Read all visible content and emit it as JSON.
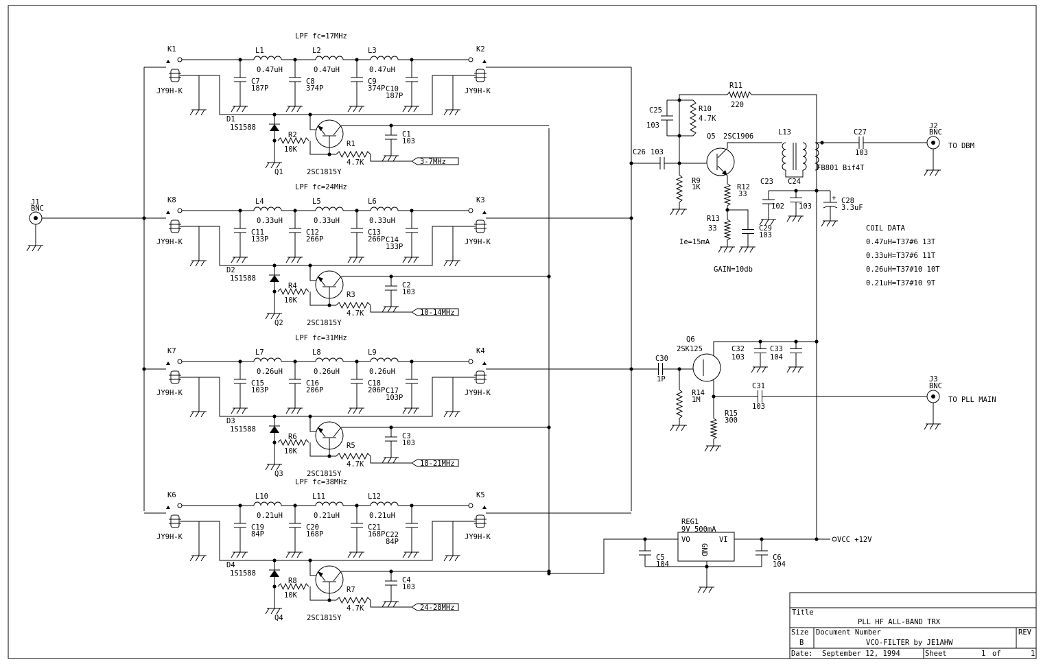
{
  "drawing": {
    "filters": [
      {
        "relay_in": "K1",
        "relay_out": "K2",
        "relay_part": "JY9H-K",
        "title": "LPF fc=17MHz",
        "inductors": [
          {
            "ref": "L1",
            "val": "0.47uH"
          },
          {
            "ref": "L2",
            "val": "0.47uH"
          },
          {
            "ref": "L3",
            "val": "0.47uH"
          }
        ],
        "caps": [
          {
            "ref": "C7",
            "val": "187P"
          },
          {
            "ref": "C8",
            "val": "374P"
          },
          {
            "ref": "C9",
            "val": "374P"
          },
          {
            "ref": "C10",
            "val": "187P"
          }
        ],
        "diode": {
          "ref": "D1",
          "val": "1S1588"
        },
        "r_base": {
          "ref": "R2",
          "val": "10K"
        },
        "r_drive": {
          "ref": "R1",
          "val": "4.7K"
        },
        "bypass": {
          "ref": "C1",
          "val": "103"
        },
        "transistor": {
          "ref": "Q1",
          "val": "2SC1815Y"
        },
        "band": "3-7MHz"
      },
      {
        "relay_in": "K8",
        "relay_out": "K3",
        "relay_part": "JY9H-K",
        "title": "LPF fc=24MHz",
        "inductors": [
          {
            "ref": "L4",
            "val": "0.33uH"
          },
          {
            "ref": "L5",
            "val": "0.33uH"
          },
          {
            "ref": "L6",
            "val": "0.33uH"
          }
        ],
        "caps": [
          {
            "ref": "C11",
            "val": "133P"
          },
          {
            "ref": "C12",
            "val": "266P"
          },
          {
            "ref": "C13",
            "val": "266P"
          },
          {
            "ref": "C14",
            "val": "133P"
          }
        ],
        "diode": {
          "ref": "D2",
          "val": "1S1588"
        },
        "r_base": {
          "ref": "R4",
          "val": "10K"
        },
        "r_drive": {
          "ref": "R3",
          "val": "4.7K"
        },
        "bypass": {
          "ref": "C2",
          "val": "103"
        },
        "transistor": {
          "ref": "Q2",
          "val": "2SC1815Y"
        },
        "band": "10-14MHz"
      },
      {
        "relay_in": "K7",
        "relay_out": "K4",
        "relay_part": "JY9H-K",
        "title": "LPF fc=31MHz",
        "inductors": [
          {
            "ref": "L7",
            "val": "0.26uH"
          },
          {
            "ref": "L8",
            "val": "0.26uH"
          },
          {
            "ref": "L9",
            "val": "0.26uH"
          }
        ],
        "caps": [
          {
            "ref": "C15",
            "val": "103P"
          },
          {
            "ref": "C16",
            "val": "206P"
          },
          {
            "ref": "C18",
            "val": "206P"
          },
          {
            "ref": "C17",
            "val": "103P"
          }
        ],
        "diode": {
          "ref": "D3",
          "val": "1S1588"
        },
        "r_base": {
          "ref": "R6",
          "val": "10K"
        },
        "r_drive": {
          "ref": "R5",
          "val": "4.7K"
        },
        "bypass": {
          "ref": "C3",
          "val": "103"
        },
        "transistor": {
          "ref": "Q3",
          "val": "2SC1815Y"
        },
        "band": "18-21MHz"
      },
      {
        "relay_in": "K6",
        "relay_out": "K5",
        "relay_part": "JY9H-K",
        "title": "LPF fc=38MHz",
        "inductors": [
          {
            "ref": "L10",
            "val": "0.21uH"
          },
          {
            "ref": "L11",
            "val": "0.21uH"
          },
          {
            "ref": "L12",
            "val": "0.21uH"
          }
        ],
        "caps": [
          {
            "ref": "C19",
            "val": "84P"
          },
          {
            "ref": "C20",
            "val": "168P"
          },
          {
            "ref": "C21",
            "val": "168P"
          },
          {
            "ref": "C22",
            "val": "84P"
          }
        ],
        "diode": {
          "ref": "D4",
          "val": "1S1588"
        },
        "r_base": {
          "ref": "R8",
          "val": "10K"
        },
        "r_drive": {
          "ref": "R7",
          "val": "4.7K"
        },
        "bypass": {
          "ref": "C4",
          "val": "103"
        },
        "transistor": {
          "ref": "Q4",
          "val": "2SC1815Y"
        },
        "band": "24-28MHz"
      }
    ],
    "connectors": {
      "j1": {
        "ref": "J1",
        "type": "BNC"
      },
      "j2": {
        "ref": "J2",
        "type": "BNC",
        "dest": "TO DBM"
      },
      "j3": {
        "ref": "J3",
        "type": "BNC",
        "dest": "TO PLL MAIN"
      }
    },
    "amp": {
      "q5": {
        "ref": "Q5",
        "val": "2SC1906"
      },
      "r11": {
        "ref": "R11",
        "val": "220"
      },
      "c25": {
        "ref": "C25",
        "val": "103"
      },
      "r10": {
        "ref": "R10",
        "val": "4.7K"
      },
      "c26": {
        "ref": "C26",
        "val": "103"
      },
      "r9": {
        "ref": "R9",
        "val": "1K"
      },
      "r12": {
        "ref": "R12",
        "val": "33"
      },
      "r13": {
        "ref": "R13",
        "val": "33"
      },
      "c29": {
        "ref": "C29",
        "val": "103"
      },
      "ie": "Ie=15mA",
      "gain": "GAIN=10db",
      "l13": {
        "ref": "L13",
        "val": "FB801 Bif4T"
      },
      "c27": {
        "ref": "C27",
        "val": "103"
      },
      "c23": {
        "ref": "C23",
        "val": "102"
      },
      "c24": {
        "ref": "C24",
        "val": "103"
      },
      "c28": {
        "ref": "C28",
        "val": "3.3uF"
      }
    },
    "buffer": {
      "q6": {
        "ref": "Q6",
        "val": "2SK125"
      },
      "c30": {
        "ref": "C30",
        "val": "1P"
      },
      "r14": {
        "ref": "R14",
        "val": "1M"
      },
      "r15": {
        "ref": "R15",
        "val": "300"
      },
      "c31": {
        "ref": "C31",
        "val": "103"
      },
      "c32": {
        "ref": "C32",
        "val": "103"
      },
      "c33": {
        "ref": "C33",
        "val": "104"
      }
    },
    "coil_data": {
      "title": "COIL DATA",
      "lines": [
        "0.47uH=T37#6 13T",
        "0.33uH=T37#6 11T",
        "0.26uH=T37#10 10T",
        "0.21uH=T37#10 9T"
      ]
    },
    "reg": {
      "ref": "REG1",
      "val": "9V 500mA",
      "vo": "VO",
      "vi": "VI",
      "gnd": "GND",
      "c5": {
        "ref": "C5",
        "val": "104"
      },
      "c6": {
        "ref": "C6",
        "val": "104"
      },
      "vcc": "VCC +12V",
      "plus": "+"
    }
  },
  "title_block": {
    "title_label": "Title",
    "title": "PLL HF ALL-BAND TRX",
    "size_label": "Size",
    "size": "B",
    "docnum_label": "Document Number",
    "docnum": "VCO-FILTER  by JE1AHW",
    "rev_label": "REV",
    "date_label": "Date:",
    "date": "September 12, 1994",
    "sheet_label": "Sheet",
    "sheet": "1",
    "of_label": "of",
    "of": "1"
  }
}
